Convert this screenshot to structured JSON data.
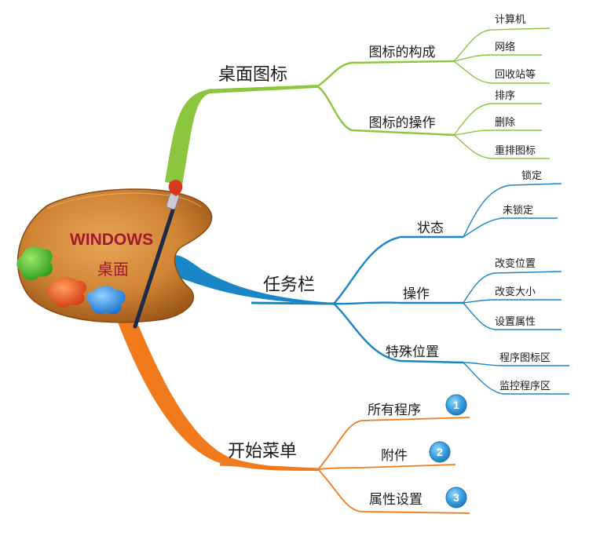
{
  "root": {
    "title_line1": "WINDOWS",
    "title_line2": "桌面"
  },
  "colors": {
    "green": "#8cc63e",
    "blue": "#1a86c8",
    "orange": "#f07a1c",
    "palette_wood": "#c57b2c",
    "badge": "#3aa1e0"
  },
  "branches": [
    {
      "label": "桌面图标",
      "color": "green",
      "children": [
        {
          "label": "图标的构成",
          "leaves": [
            "计算机",
            "网络",
            "回收站等"
          ]
        },
        {
          "label": "图标的操作",
          "leaves": [
            "排序",
            "删除",
            "重排图标"
          ]
        }
      ]
    },
    {
      "label": "任务栏",
      "color": "blue",
      "children": [
        {
          "label": "状态",
          "leaves": [
            "锁定",
            "未锁定"
          ]
        },
        {
          "label": "操作",
          "leaves": [
            "改变位置",
            "改变大小",
            "设置属性"
          ]
        },
        {
          "label": "特殊位置",
          "leaves": [
            "程序图标区",
            "监控程序区"
          ]
        }
      ]
    },
    {
      "label": "开始菜单",
      "color": "orange",
      "children": [
        {
          "label": "所有程序",
          "badge": "1"
        },
        {
          "label": "附件",
          "badge": "2"
        },
        {
          "label": "属性设置",
          "badge": "3"
        }
      ]
    }
  ],
  "icons": [
    "paint-palette-icon",
    "paintbrush-icon"
  ]
}
